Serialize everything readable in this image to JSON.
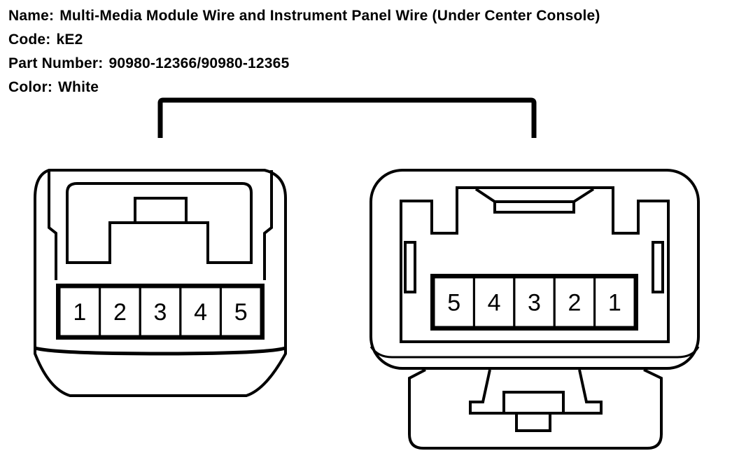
{
  "header": {
    "name_label": "Name:",
    "name_value": "Multi-Media Module Wire and Instrument Panel Wire (Under Center Console)",
    "code_label": "Code:",
    "code_value": "kE2",
    "part_label": "Part Number:",
    "part_value": "90980-12366/90980-12365",
    "color_label": "Color:",
    "color_value": "White"
  },
  "connectors": {
    "left": {
      "pins": [
        "1",
        "2",
        "3",
        "4",
        "5"
      ]
    },
    "right": {
      "pins": [
        "5",
        "4",
        "3",
        "2",
        "1"
      ]
    }
  }
}
